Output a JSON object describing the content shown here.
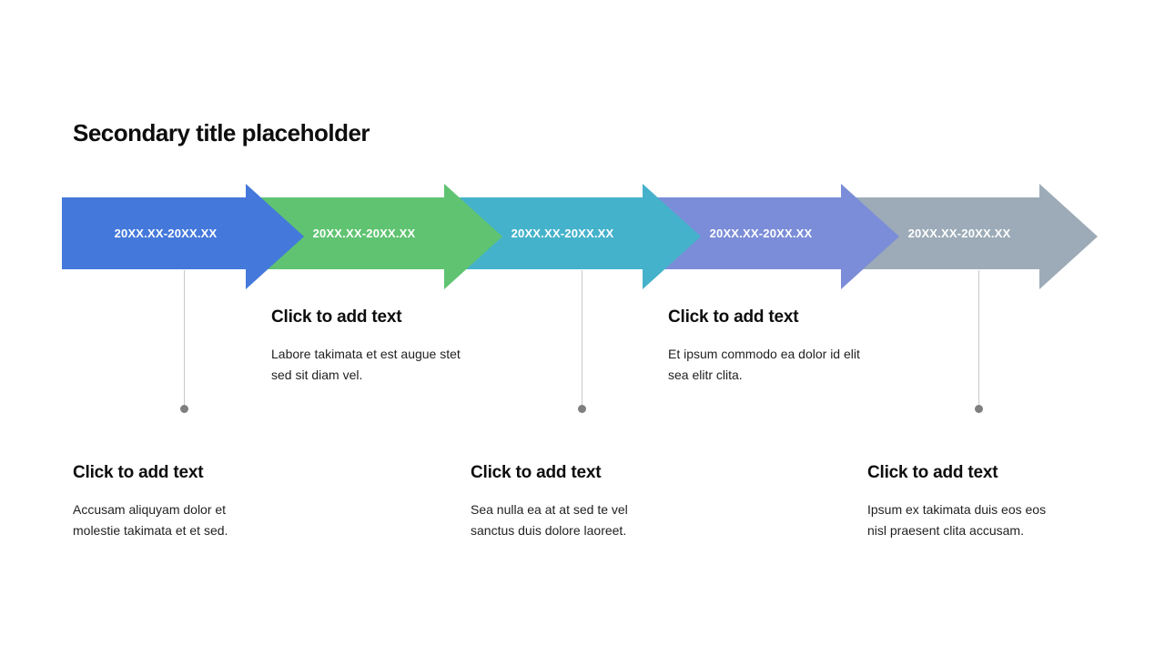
{
  "slide": {
    "title": "Secondary title placeholder",
    "arrows": [
      {
        "label": "20XX.XX-20XX.XX",
        "color": "#4478DB"
      },
      {
        "label": "20XX.XX-20XX.XX",
        "color": "#5FC371"
      },
      {
        "label": "20XX.XX-20XX.XX",
        "color": "#45B2CB"
      },
      {
        "label": "20XX.XX-20XX.XX",
        "color": "#7B8DD8"
      },
      {
        "label": "20XX.XX-20XX.XX",
        "color": "#9DABB8"
      }
    ],
    "callouts_top": [
      {
        "heading": "Click to add text",
        "lines": [
          "Labore takimata et est augue stet",
          "sed sit diam vel."
        ]
      },
      {
        "heading": "Click to add text",
        "lines": [
          "Et ipsum commodo ea dolor id elit",
          "sea elitr clita."
        ]
      }
    ],
    "callouts_bottom": [
      {
        "heading": "Click to add text",
        "lines": [
          "Accusam aliquyam dolor et",
          "molestie takimata et et sed."
        ]
      },
      {
        "heading": "Click to add text",
        "lines": [
          "Sea nulla ea at at sed te vel",
          "sanctus duis dolore laoreet."
        ]
      },
      {
        "heading": "Click to add text",
        "lines": [
          "Ipsum ex takimata duis eos eos",
          "nisl praesent clita accusam."
        ]
      }
    ],
    "connector": {
      "line_color": "#c8c8c8",
      "dot_color": "#7f7f7f"
    }
  }
}
